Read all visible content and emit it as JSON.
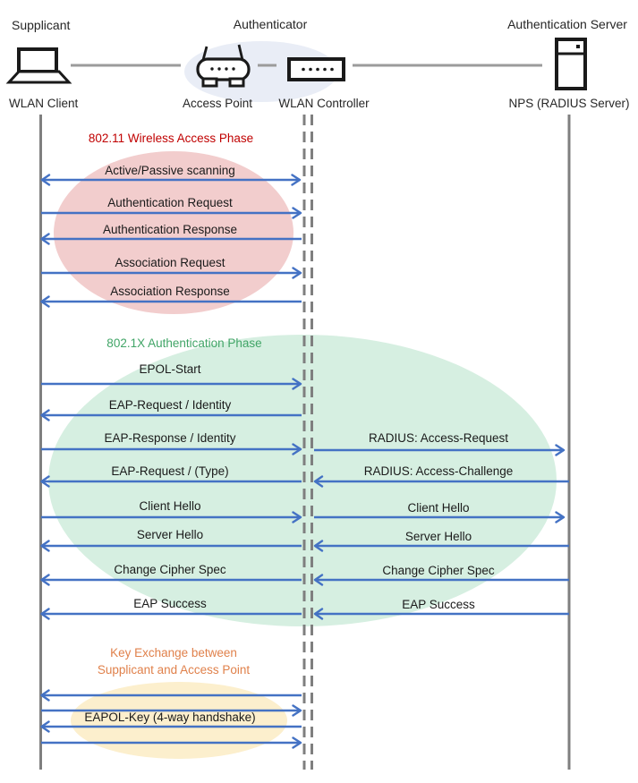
{
  "colors": {
    "arrow_blue": "#4472C4",
    "lifeline_gray": "#7F7F7F",
    "connector_gray": "#9B9B9B",
    "phase1_title_color": "#C00000",
    "phase1_ellipse_fill": "#F2CDCD",
    "phase2_title_color": "#41A567",
    "phase2_ellipse_fill": "#D6EFE1",
    "phase3_title_color": "#E0814B",
    "phase3_ellipse_fill": "#FCEFCD",
    "authenticator_ellipse_fill": "#E9EDF6"
  },
  "header": {
    "roles": [
      {
        "label": "Supplicant"
      },
      {
        "label": "Authenticator"
      },
      {
        "label": "Authentication Server"
      }
    ],
    "devices": [
      {
        "label": "WLAN Client",
        "icon": "laptop-icon"
      },
      {
        "label": "Access Point",
        "icon": "access-point-icon"
      },
      {
        "label": "WLAN Controller",
        "icon": "wlan-controller-icon"
      },
      {
        "label": "NPS (RADIUS Server)",
        "icon": "server-icon"
      }
    ]
  },
  "phases": [
    {
      "title": "802.11 Wireless Access Phase"
    },
    {
      "title": "802.1X Authentication Phase"
    },
    {
      "title_line1": "Key Exchange between",
      "title_line2": "Supplicant and Access Point"
    }
  ],
  "messages": {
    "left": [
      {
        "label": "Active/Passive scanning",
        "from": "WLAN Client",
        "to": "WLAN Controller",
        "direction": "both"
      },
      {
        "label": "Authentication Request",
        "from": "WLAN Client",
        "to": "WLAN Controller",
        "direction": "right"
      },
      {
        "label": "Authentication Response",
        "from": "WLAN Controller",
        "to": "WLAN Client",
        "direction": "left"
      },
      {
        "label": "Association Request",
        "from": "WLAN Client",
        "to": "WLAN Controller",
        "direction": "right"
      },
      {
        "label": "Association Response",
        "from": "WLAN Controller",
        "to": "WLAN Client",
        "direction": "left"
      },
      {
        "label": "EPOL-Start",
        "from": "WLAN Client",
        "to": "WLAN Controller",
        "direction": "right"
      },
      {
        "label": "EAP-Request / Identity",
        "from": "WLAN Controller",
        "to": "WLAN Client",
        "direction": "left"
      },
      {
        "label": "EAP-Response / Identity",
        "from": "WLAN Client",
        "to": "WLAN Controller",
        "direction": "right"
      },
      {
        "label": "EAP-Request / (Type)",
        "from": "WLAN Controller",
        "to": "WLAN Client",
        "direction": "left"
      },
      {
        "label": "Client Hello",
        "from": "WLAN Client",
        "to": "WLAN Controller",
        "direction": "right"
      },
      {
        "label": "Server Hello",
        "from": "WLAN Controller",
        "to": "WLAN Client",
        "direction": "left"
      },
      {
        "label": "Change Cipher Spec",
        "from": "WLAN Controller",
        "to": "WLAN Client",
        "direction": "left"
      },
      {
        "label": "EAP Success",
        "from": "WLAN Controller",
        "to": "WLAN Client",
        "direction": "left"
      },
      {
        "label": "EAPOL-Key (4-way handshake)",
        "from": "WLAN Client",
        "to": "WLAN Controller",
        "direction": "left,right,left,right"
      }
    ],
    "right": [
      {
        "label": "RADIUS: Access-Request",
        "from": "WLAN Controller",
        "to": "NPS (RADIUS Server)",
        "direction": "right"
      },
      {
        "label": "RADIUS: Access-Challenge",
        "from": "NPS (RADIUS Server)",
        "to": "WLAN Controller",
        "direction": "left"
      },
      {
        "label": "Client Hello",
        "from": "WLAN Controller",
        "to": "NPS (RADIUS Server)",
        "direction": "right"
      },
      {
        "label": "Server Hello",
        "from": "NPS (RADIUS Server)",
        "to": "WLAN Controller",
        "direction": "left"
      },
      {
        "label": "Change Cipher Spec",
        "from": "NPS (RADIUS Server)",
        "to": "WLAN Controller",
        "direction": "left"
      },
      {
        "label": "EAP Success",
        "from": "NPS (RADIUS Server)",
        "to": "WLAN Controller",
        "direction": "left"
      }
    ]
  }
}
